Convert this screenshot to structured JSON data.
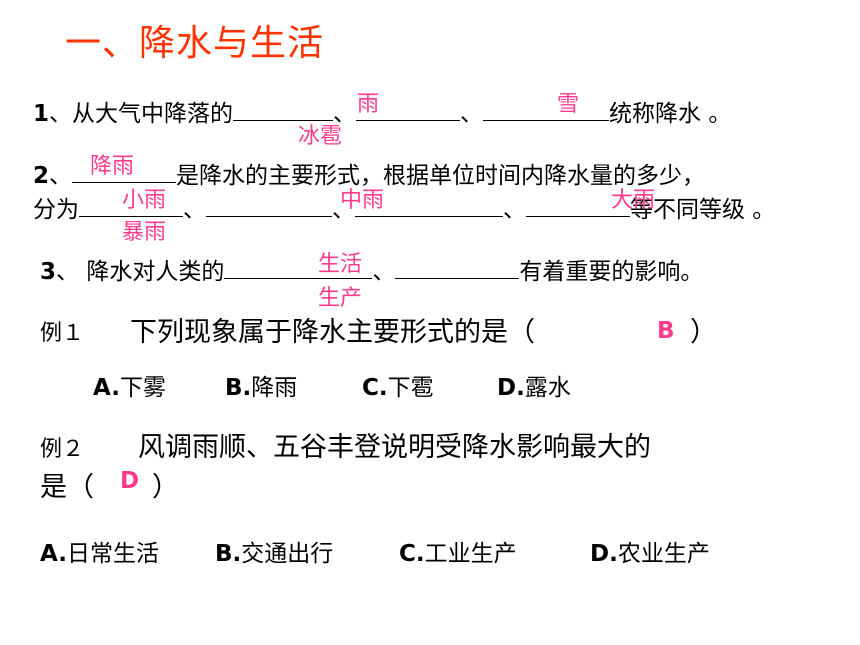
{
  "title": "一、降水与生活",
  "q1": {
    "num": "1",
    "text_a": "、从大气中降落的",
    "sep1": "、",
    "sep2": "、",
    "text_b": "统称降水 。",
    "answers": [
      "雨",
      "冰雹",
      "雪"
    ]
  },
  "q2": {
    "num": "2",
    "sep0": "、",
    "text_a": "是降水的主要形式，根据单位时间内降水量的多少，",
    "text_b": "分为",
    "sep1": "、",
    "sep2": "、",
    "sep3": "、",
    "text_c": "等不同等级 。",
    "answers": [
      "降雨",
      "小雨",
      "暴雨",
      "中雨",
      "大雨"
    ]
  },
  "q3": {
    "num": "3",
    "text_a": "、 降水对人类的",
    "sep1": "、",
    "text_b": "有着重要的影响。",
    "answers": [
      "生活",
      "生产"
    ]
  },
  "ex1": {
    "label": "例１",
    "question": "下列现象属于降水主要形式的是（",
    "close": "）",
    "answer": "B",
    "options": [
      {
        "letter": "A.",
        "text": "下雾"
      },
      {
        "letter": "B.",
        "text": "降雨"
      },
      {
        "letter": "C.",
        "text": "下雹"
      },
      {
        "letter": "D.",
        "text": "露水"
      }
    ]
  },
  "ex2": {
    "label": "例２",
    "question": "风调雨顺、五谷丰登说明受降水影响最大的",
    "line2": "是（",
    "close": "）",
    "answer": "D",
    "options": [
      {
        "letter": "A.",
        "text": "日常生活"
      },
      {
        "letter": "B.",
        "text": "交通出行"
      },
      {
        "letter": "C.",
        "text": "工业生产"
      },
      {
        "letter": "D.",
        "text": "农业生产"
      }
    ]
  },
  "colors": {
    "title": "#ff3300",
    "answer": "#ff3c8c"
  }
}
